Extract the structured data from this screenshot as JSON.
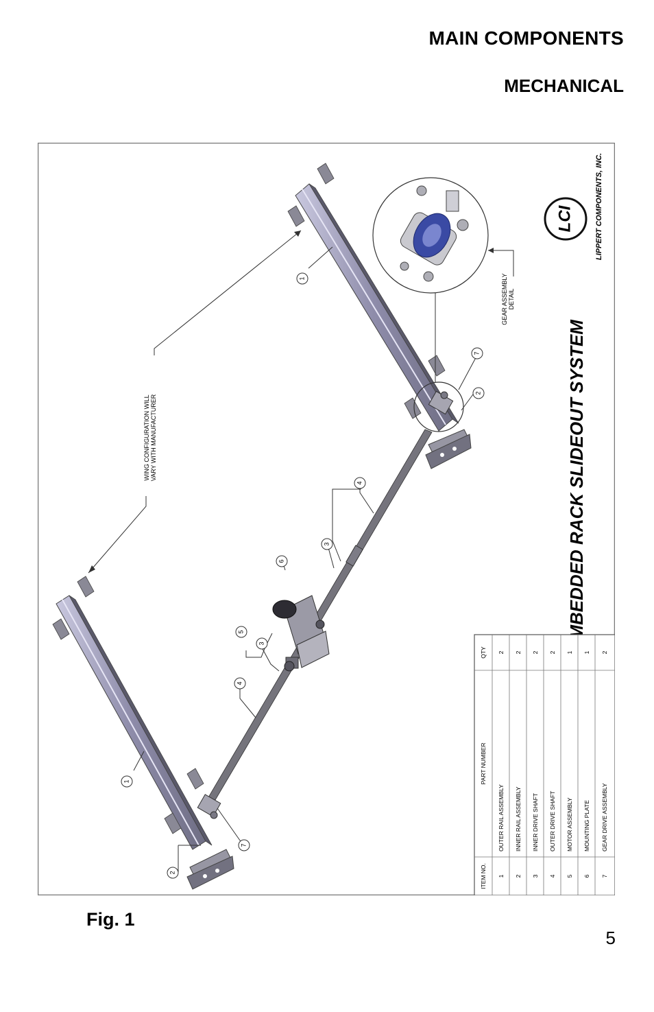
{
  "header": {
    "title": "MAIN COMPONENTS",
    "subtitle": "MECHANICAL"
  },
  "drawing": {
    "system_title": "EMBEDDED RACK SLIDEOUT SYSTEM",
    "company": "LIPPERT COMPONENTS, INC.",
    "wing_note": [
      "WING CONFIGURATION WILL",
      "VARY WITH MANUFACTURER"
    ],
    "gear_detail_note": [
      "GEAR ASSEMBLY",
      "DETAIL"
    ],
    "callouts": [
      "1",
      "1",
      "2",
      "2",
      "3",
      "3",
      "4",
      "4",
      "5",
      "6",
      "7",
      "7"
    ],
    "parts_table": {
      "headers": [
        "ITEM NO.",
        "PART NUMBER",
        "QTY"
      ],
      "rows": [
        [
          "1",
          "OUTER RAIL ASSEMBLY",
          "2"
        ],
        [
          "2",
          "INNER RAIL ASSEMBLY",
          "2"
        ],
        [
          "3",
          "INNER DRIVE SHAFT",
          "2"
        ],
        [
          "4",
          "OUTER DRIVE SHAFT",
          "2"
        ],
        [
          "5",
          "MOTOR ASSEMBLY",
          "1"
        ],
        [
          "6",
          "MOUNTING PLATE",
          "1"
        ],
        [
          "7",
          "GEAR DRIVE ASSEMBLY",
          "2"
        ]
      ]
    }
  },
  "caption": "Fig. 1",
  "page_number": "5"
}
